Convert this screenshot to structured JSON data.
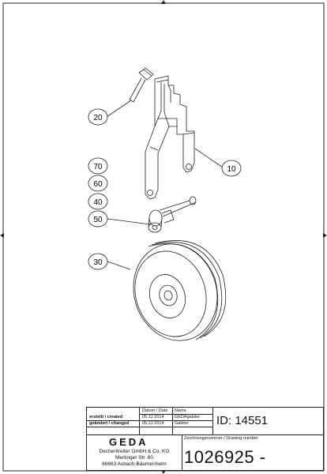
{
  "balloons": [
    {
      "id": "balloon-20",
      "label": "20"
    },
    {
      "id": "balloon-10",
      "label": "10"
    },
    {
      "id": "balloon-70",
      "label": "70"
    },
    {
      "id": "balloon-60",
      "label": "60"
    },
    {
      "id": "balloon-40",
      "label": "40"
    },
    {
      "id": "balloon-50",
      "label": "50"
    },
    {
      "id": "balloon-30",
      "label": "30"
    }
  ],
  "title_block": {
    "header_date": "Datum / Date",
    "header_name": "Name",
    "created_label": "erstellt / created",
    "created_date": "05.12.2014",
    "created_name": "GEDAgalster",
    "changed_label": "geändert / changed",
    "changed_date": "05.12.2014",
    "changed_name": "Galster",
    "id_text": "ID: 14551",
    "drawing_number_label": "Zeichnungsnummer / Drawing number",
    "drawing_number": "1026925 -",
    "logo_text": "GEDA",
    "company_line1": "Dechentreiter GmbH & Co. KG",
    "company_line2": "Mertinger Str. 60",
    "company_line3": "86663 Asbach-Bäumenheim"
  }
}
